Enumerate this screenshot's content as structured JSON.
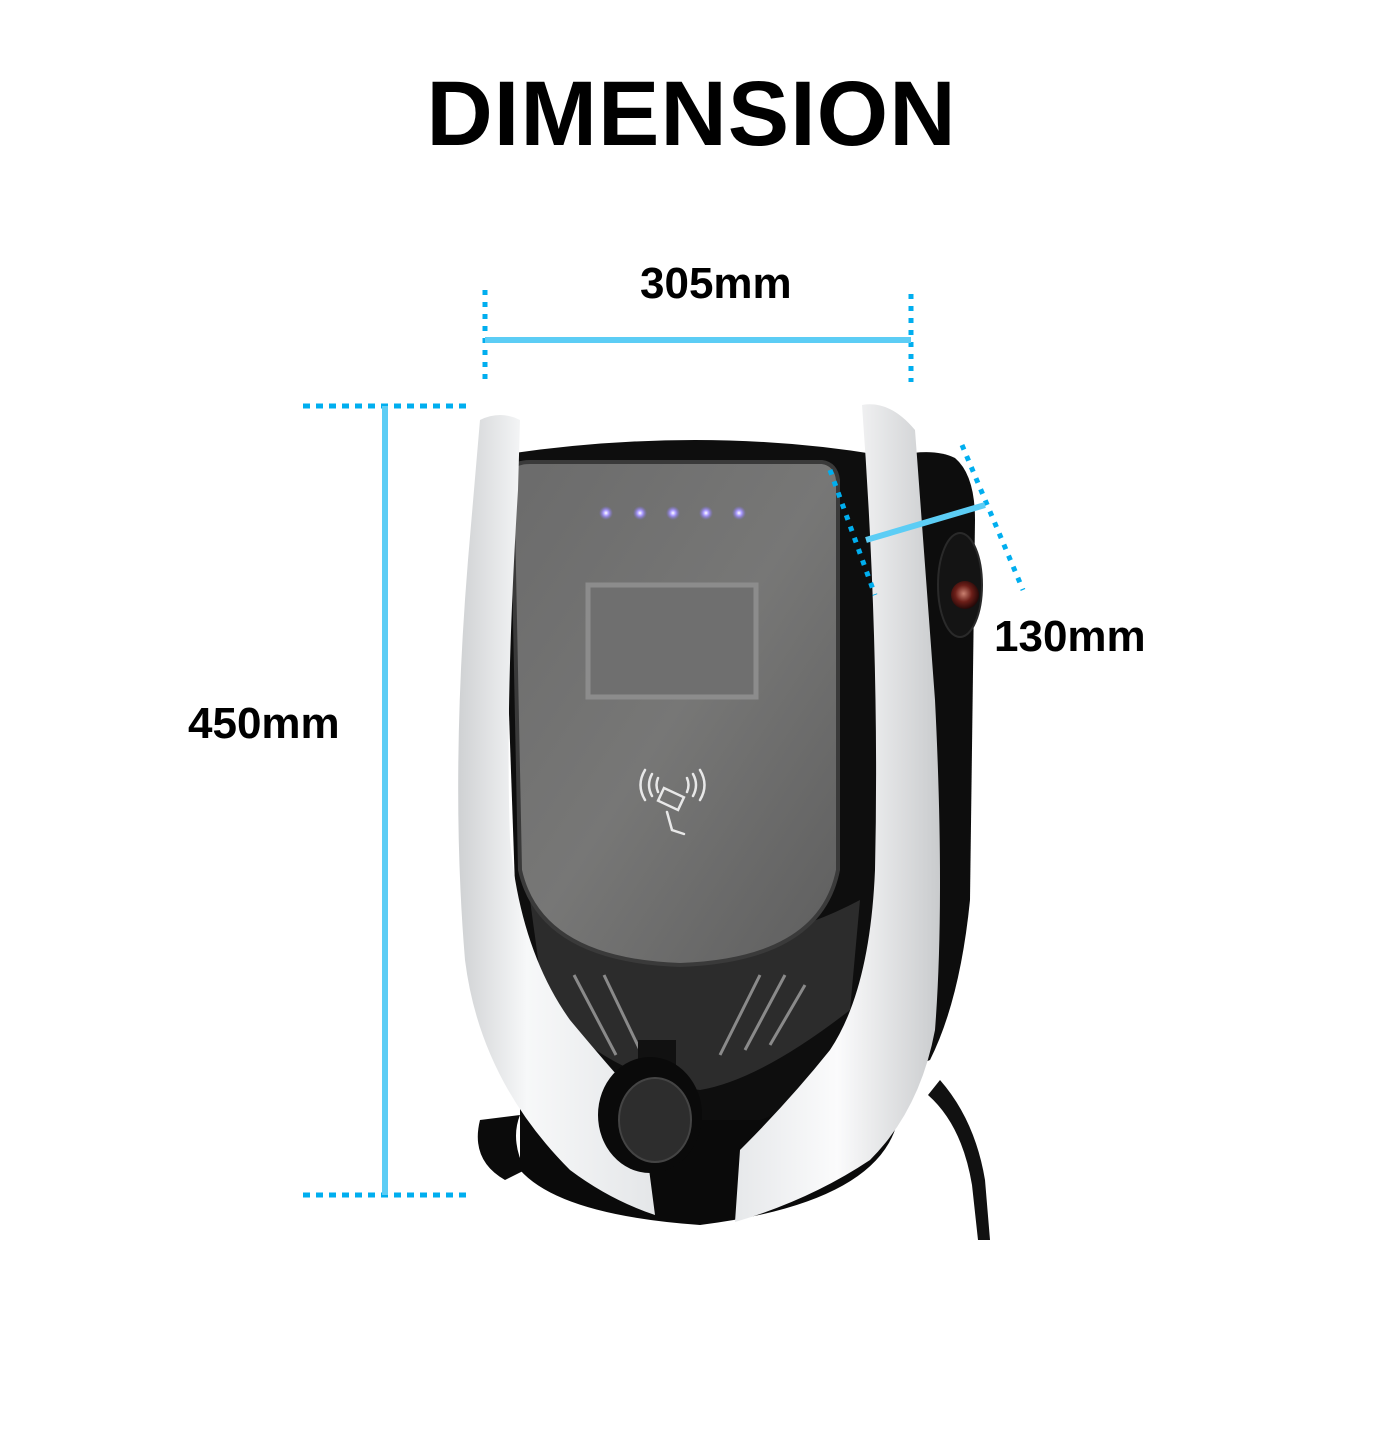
{
  "title": "DIMENSION",
  "dimensions": {
    "width": {
      "label": "305mm",
      "value": 305,
      "unit": "mm"
    },
    "height": {
      "label": "450mm",
      "value": 450,
      "unit": "mm"
    },
    "depth": {
      "label": "130mm",
      "value": 130,
      "unit": "mm"
    }
  },
  "product": {
    "name": "EV wall charger",
    "indicator_led_count": 5,
    "icons": [
      "rfid-card-icon",
      "stop-button-icon",
      "charging-socket-icon"
    ]
  },
  "colors": {
    "dimension_line": "#5ccdf5",
    "dimension_dots": "#00aeef",
    "shell_white": "#f2f3f4",
    "body_black": "#0c0c0c",
    "panel_gray": "#6c6c6c",
    "led_purple": "#8c7cf0"
  }
}
